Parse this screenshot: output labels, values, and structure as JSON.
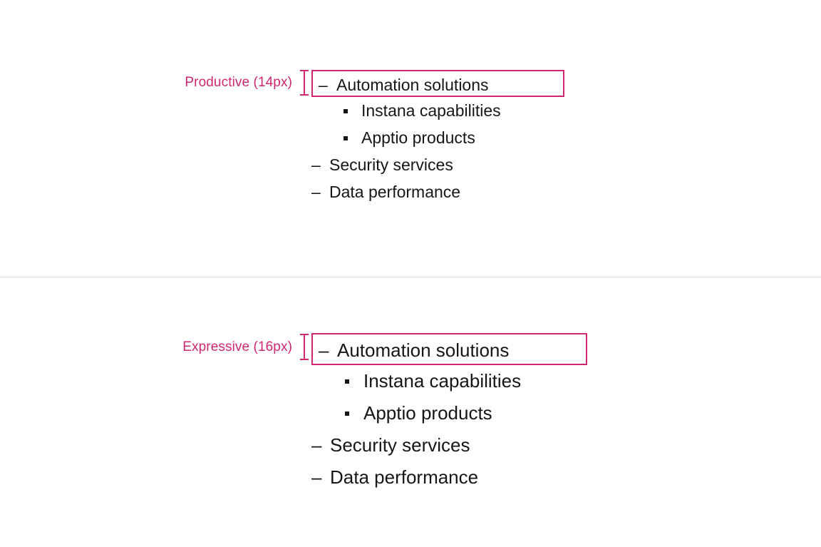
{
  "page": {
    "background_color": "#ffffff",
    "text_color": "#161616",
    "accent_color": "#d12771",
    "divider_color": "#e0e0e0"
  },
  "sections": [
    {
      "id": "productive",
      "annotation_label": "Productive (14px)",
      "type_scale": "14px",
      "bracket_icon": "i-beam-measure-icon",
      "items": [
        {
          "level": 1,
          "marker": "–",
          "marker_type": "en-dash",
          "text": "Automation solutions",
          "highlighted": true
        },
        {
          "level": 2,
          "marker": "▪",
          "marker_type": "filled-square",
          "text": "Instana capabilities",
          "highlighted": false
        },
        {
          "level": 2,
          "marker": "▪",
          "marker_type": "filled-square",
          "text": "Apptio products",
          "highlighted": false
        },
        {
          "level": 1,
          "marker": "–",
          "marker_type": "en-dash",
          "text": "Security services",
          "highlighted": false
        },
        {
          "level": 1,
          "marker": "–",
          "marker_type": "en-dash",
          "text": "Data performance",
          "highlighted": false
        }
      ]
    },
    {
      "id": "expressive",
      "annotation_label": "Expressive (16px)",
      "type_scale": "16px",
      "bracket_icon": "i-beam-measure-icon",
      "items": [
        {
          "level": 1,
          "marker": "–",
          "marker_type": "en-dash",
          "text": "Automation solutions",
          "highlighted": true
        },
        {
          "level": 2,
          "marker": "▪",
          "marker_type": "filled-square",
          "text": "Instana capabilities",
          "highlighted": false
        },
        {
          "level": 2,
          "marker": "▪",
          "marker_type": "filled-square",
          "text": "Apptio products",
          "highlighted": false
        },
        {
          "level": 1,
          "marker": "–",
          "marker_type": "en-dash",
          "text": "Security services",
          "highlighted": false
        },
        {
          "level": 1,
          "marker": "–",
          "marker_type": "en-dash",
          "text": "Data performance",
          "highlighted": false
        }
      ]
    }
  ]
}
